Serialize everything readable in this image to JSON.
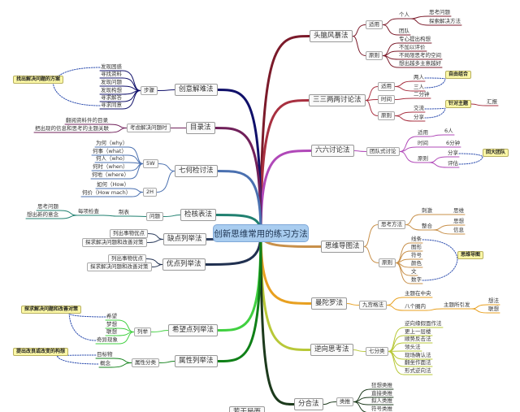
{
  "title": "创新思维常用的练习方法",
  "branches": [
    {
      "t": "头脑风暴法",
      "color": "#7b1a2a",
      "c": [
        {
          "t": "适用",
          "c": [
            {
              "t": "个人",
              "c": [
                {
                  "t": "思考问题"
                },
                {
                  "t": "探索解决方法"
                }
              ]
            },
            {
              "t": "团队"
            }
          ]
        },
        {
          "t": "原则",
          "c": [
            {
              "t": "专心提出构想"
            },
            {
              "t": "不加以评价"
            },
            {
              "t": "不局限思考的空间"
            },
            {
              "t": "想出越多主意越好"
            }
          ]
        }
      ]
    },
    {
      "t": "三三两两讨论法",
      "color": "#a83040",
      "c": [
        {
          "t": "适用",
          "c": [
            {
              "t": "两人"
            },
            {
              "t": "三人"
            }
          ]
        },
        {
          "t": "时间",
          "c": [
            {
              "t": "二分钟"
            }
          ]
        },
        {
          "t": "原则",
          "c": [
            {
              "t": "交流"
            },
            {
              "t": "分享"
            }
          ]
        }
      ],
      "callouts": [
        {
          "t": "自由组合"
        },
        {
          "t": "针对主题",
          "c": [
            {
              "t": "汇报"
            }
          ]
        }
      ]
    },
    {
      "t": "六六讨论法",
      "color": "#b048b8",
      "c": [
        {
          "t": "团队式讨论",
          "c": [
            {
              "t": "适用",
              "c": [
                {
                  "t": "6人"
                }
              ]
            },
            {
              "t": "时间",
              "c": [
                {
                  "t": "6分钟"
                }
              ]
            },
            {
              "t": "原则",
              "c": [
                {
                  "t": "分享"
                },
                {
                  "t": "评估"
                }
              ]
            }
          ]
        }
      ],
      "callouts": [
        {
          "t": "回大团队"
        }
      ]
    },
    {
      "t": "思维导图法",
      "color": "#c8904a",
      "c": [
        {
          "t": "思考方法",
          "c": [
            {
              "t": "刺激",
              "c": [
                {
                  "t": "思维"
                }
              ]
            },
            {
              "t": "整合",
              "c": [
                {
                  "t": "思想"
                },
                {
                  "t": "信息"
                }
              ]
            }
          ]
        },
        {
          "t": "原则",
          "c": [
            {
              "t": "线条"
            },
            {
              "t": "图形"
            },
            {
              "t": "符号"
            },
            {
              "t": "颜色"
            },
            {
              "t": "文"
            },
            {
              "t": "数字"
            }
          ]
        }
      ],
      "callouts": [
        {
          "t": "思维导图"
        }
      ]
    },
    {
      "t": "曼陀罗法",
      "color": "#e8a020",
      "c": [
        {
          "t": "九宫格法",
          "c": [
            {
              "t": "主题在中央"
            },
            {
              "t": "八个圈内",
              "c": [
                {
                  "t": "主题所引发",
                  "c": [
                    {
                      "t": "想法"
                    },
                    {
                      "t": "联想"
                    }
                  ]
                }
              ]
            }
          ]
        }
      ]
    },
    {
      "t": "逆向思考法",
      "color": "#b8c838",
      "c": [
        {
          "t": "七分类",
          "c": [
            {
              "t": "逆向缘假面作法"
            },
            {
              "t": "更上一层楼"
            },
            {
              "t": "顺势反击法"
            },
            {
              "t": "领头法"
            },
            {
              "t": "现场确认法"
            },
            {
              "t": "翻坐作面法"
            },
            {
              "t": "形式逆向法"
            }
          ]
        }
      ]
    },
    {
      "t": "分合法",
      "color": "#1c3a1c",
      "c": [
        {
          "t": "类推",
          "c": [
            {
              "t": "狂想类推"
            },
            {
              "t": "直接类推"
            },
            {
              "t": "拟人类推"
            },
            {
              "t": "符号类推"
            }
          ]
        }
      ]
    },
    {
      "t": "若干局面",
      "color": "#555555",
      "c": []
    },
    {
      "t": "创意解难法",
      "color": "#10106a",
      "c": [
        {
          "t": "步骤",
          "c": [
            {
              "t": "发现困惑"
            },
            {
              "t": "寻找资料"
            },
            {
              "t": "发现问题"
            },
            {
              "t": "发现构想"
            },
            {
              "t": "寻求解答"
            },
            {
              "t": "寻求同意"
            }
          ]
        }
      ],
      "callouts": [
        {
          "t": "找出解决问题的方案"
        }
      ]
    },
    {
      "t": "目录法",
      "color": "#70205a",
      "c": [
        {
          "t": "考虑解决问题时",
          "c": [
            {
              "t": "翻阅资料件的目录"
            },
            {
              "t": "把出现的信息和思考的主题关联"
            }
          ]
        }
      ]
    },
    {
      "t": "七何检讨法",
      "color": "#4a70b0",
      "c": [
        {
          "t": "5W",
          "c": [
            {
              "t": "为何（why）"
            },
            {
              "t": "何事（what）"
            },
            {
              "t": "何人（who）"
            },
            {
              "t": "何时（when）"
            },
            {
              "t": "何地（where）"
            }
          ]
        },
        {
          "t": "2H",
          "c": [
            {
              "t": "如何（How）"
            },
            {
              "t": "何价（How mach）"
            }
          ]
        }
      ]
    },
    {
      "t": "检核表法",
      "color": "#208070",
      "c": [
        {
          "t": "问题",
          "c": [
            {
              "t": "制表",
              "c": [
                {
                  "t": "每项检查",
                  "c": [
                    {
                      "t": "思考问题"
                    },
                    {
                      "t": "想出新的意念"
                    }
                  ]
                }
              ]
            }
          ]
        }
      ]
    },
    {
      "t": "缺点列举法",
      "color": "#304060",
      "c": [
        {
          "t": "列出事物优点"
        },
        {
          "t": "探求解决问题和改善对策"
        }
      ]
    },
    {
      "t": "优点列举法",
      "color": "#203050",
      "c": [
        {
          "t": "列出事物优点"
        },
        {
          "t": "探求解决问题和改善对策"
        }
      ]
    },
    {
      "t": "希望点列举法",
      "color": "#40d040",
      "c": [
        {
          "t": "列举",
          "c": [
            {
              "t": "希望"
            },
            {
              "t": "梦想"
            },
            {
              "t": "联想"
            },
            {
              "t": "奇异现象"
            }
          ]
        }
      ],
      "callouts": [
        {
          "t": "探求解决问题和改善对策"
        }
      ]
    },
    {
      "t": "属性列举法",
      "color": "#108018",
      "c": [
        {
          "t": "属性分类",
          "c": [
            {
              "t": "目标物"
            },
            {
              "t": "概念"
            }
          ]
        }
      ],
      "callouts": [
        {
          "t": "提出改良或改变的构想"
        }
      ]
    }
  ]
}
